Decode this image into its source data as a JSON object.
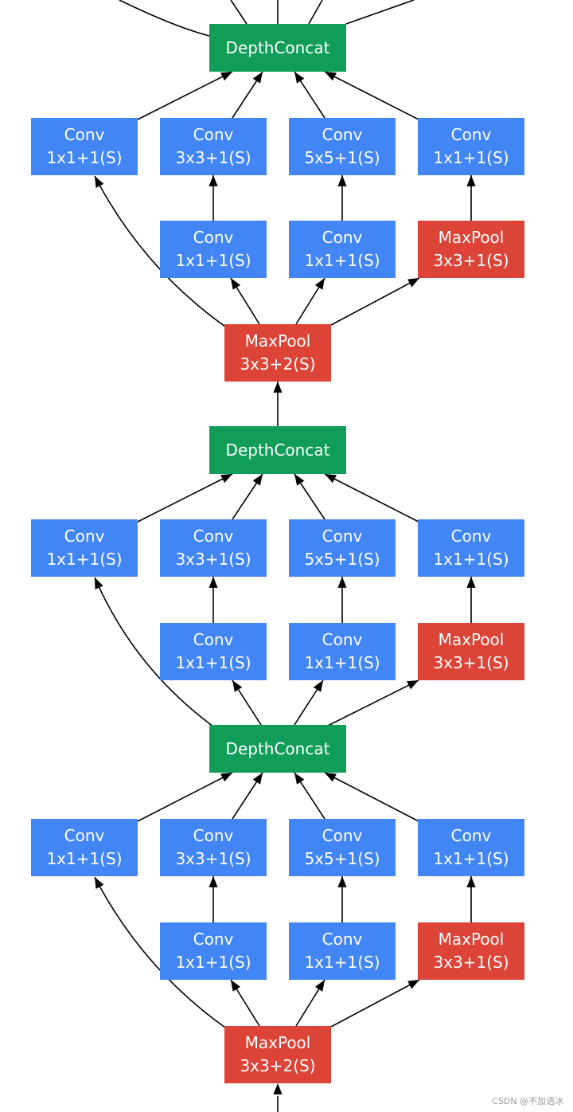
{
  "colors": {
    "conv": "#4285f4",
    "maxpool": "#db4437",
    "concat": "#0f9d58",
    "edge": "#000000"
  },
  "labels": {
    "conv": "Conv",
    "maxpool": "MaxPool",
    "concat": "DepthConcat",
    "k1x1": "1x1+1(S)",
    "k3x3": "3x3+1(S)",
    "k5x5": "5x5+1(S)",
    "pool_s1": "3x3+1(S)",
    "pool_s2": "3x3+2(S)"
  },
  "watermark": "CSDN @不加语冰",
  "nodes": [
    {
      "id": "concat-top",
      "type": "concat",
      "lines": [
        "DepthConcat"
      ]
    },
    {
      "id": "b1-conv-a",
      "type": "conv",
      "lines": [
        "Conv",
        "1x1+1(S)"
      ]
    },
    {
      "id": "b1-conv-b",
      "type": "conv",
      "lines": [
        "Conv",
        "3x3+1(S)"
      ]
    },
    {
      "id": "b1-conv-c",
      "type": "conv",
      "lines": [
        "Conv",
        "5x5+1(S)"
      ]
    },
    {
      "id": "b1-conv-d",
      "type": "conv",
      "lines": [
        "Conv",
        "1x1+1(S)"
      ]
    },
    {
      "id": "b1-reduce-b",
      "type": "conv",
      "lines": [
        "Conv",
        "1x1+1(S)"
      ]
    },
    {
      "id": "b1-reduce-c",
      "type": "conv",
      "lines": [
        "Conv",
        "1x1+1(S)"
      ]
    },
    {
      "id": "b1-pool",
      "type": "maxpool",
      "lines": [
        "MaxPool",
        "3x3+1(S)"
      ]
    },
    {
      "id": "maxpool-mid",
      "type": "maxpool",
      "lines": [
        "MaxPool",
        "3x3+2(S)"
      ]
    },
    {
      "id": "concat-mid",
      "type": "concat",
      "lines": [
        "DepthConcat"
      ]
    },
    {
      "id": "b2-conv-a",
      "type": "conv",
      "lines": [
        "Conv",
        "1x1+1(S)"
      ]
    },
    {
      "id": "b2-conv-b",
      "type": "conv",
      "lines": [
        "Conv",
        "3x3+1(S)"
      ]
    },
    {
      "id": "b2-conv-c",
      "type": "conv",
      "lines": [
        "Conv",
        "5x5+1(S)"
      ]
    },
    {
      "id": "b2-conv-d",
      "type": "conv",
      "lines": [
        "Conv",
        "1x1+1(S)"
      ]
    },
    {
      "id": "b2-reduce-b",
      "type": "conv",
      "lines": [
        "Conv",
        "1x1+1(S)"
      ]
    },
    {
      "id": "b2-reduce-c",
      "type": "conv",
      "lines": [
        "Conv",
        "1x1+1(S)"
      ]
    },
    {
      "id": "b2-pool",
      "type": "maxpool",
      "lines": [
        "MaxPool",
        "3x3+1(S)"
      ]
    },
    {
      "id": "concat-low",
      "type": "concat",
      "lines": [
        "DepthConcat"
      ]
    },
    {
      "id": "b3-conv-a",
      "type": "conv",
      "lines": [
        "Conv",
        "1x1+1(S)"
      ]
    },
    {
      "id": "b3-conv-b",
      "type": "conv",
      "lines": [
        "Conv",
        "3x3+1(S)"
      ]
    },
    {
      "id": "b3-conv-c",
      "type": "conv",
      "lines": [
        "Conv",
        "5x5+1(S)"
      ]
    },
    {
      "id": "b3-conv-d",
      "type": "conv",
      "lines": [
        "Conv",
        "1x1+1(S)"
      ]
    },
    {
      "id": "b3-reduce-b",
      "type": "conv",
      "lines": [
        "Conv",
        "1x1+1(S)"
      ]
    },
    {
      "id": "b3-reduce-c",
      "type": "conv",
      "lines": [
        "Conv",
        "1x1+1(S)"
      ]
    },
    {
      "id": "b3-pool",
      "type": "maxpool",
      "lines": [
        "MaxPool",
        "3x3+1(S)"
      ]
    },
    {
      "id": "maxpool-bottom",
      "type": "maxpool",
      "lines": [
        "MaxPool",
        "3x3+2(S)"
      ]
    }
  ],
  "edges": [
    {
      "from": "b1-conv-a",
      "to": "concat-top"
    },
    {
      "from": "b1-conv-b",
      "to": "concat-top"
    },
    {
      "from": "b1-conv-c",
      "to": "concat-top"
    },
    {
      "from": "b1-conv-d",
      "to": "concat-top"
    },
    {
      "from": "b1-reduce-b",
      "to": "b1-conv-b"
    },
    {
      "from": "b1-reduce-c",
      "to": "b1-conv-c"
    },
    {
      "from": "b1-pool",
      "to": "b1-conv-d"
    },
    {
      "from": "maxpool-mid",
      "to": "b1-conv-a"
    },
    {
      "from": "maxpool-mid",
      "to": "b1-reduce-b"
    },
    {
      "from": "maxpool-mid",
      "to": "b1-reduce-c"
    },
    {
      "from": "maxpool-mid",
      "to": "b1-pool"
    },
    {
      "from": "concat-mid",
      "to": "maxpool-mid"
    },
    {
      "from": "b2-conv-a",
      "to": "concat-mid"
    },
    {
      "from": "b2-conv-b",
      "to": "concat-mid"
    },
    {
      "from": "b2-conv-c",
      "to": "concat-mid"
    },
    {
      "from": "b2-conv-d",
      "to": "concat-mid"
    },
    {
      "from": "b2-reduce-b",
      "to": "b2-conv-b"
    },
    {
      "from": "b2-reduce-c",
      "to": "b2-conv-c"
    },
    {
      "from": "b2-pool",
      "to": "b2-conv-d"
    },
    {
      "from": "concat-low",
      "to": "b2-conv-a"
    },
    {
      "from": "concat-low",
      "to": "b2-reduce-b"
    },
    {
      "from": "concat-low",
      "to": "b2-reduce-c"
    },
    {
      "from": "concat-low",
      "to": "b2-pool"
    },
    {
      "from": "b3-conv-a",
      "to": "concat-low"
    },
    {
      "from": "b3-conv-b",
      "to": "concat-low"
    },
    {
      "from": "b3-conv-c",
      "to": "concat-low"
    },
    {
      "from": "b3-conv-d",
      "to": "concat-low"
    },
    {
      "from": "b3-reduce-b",
      "to": "b3-conv-b"
    },
    {
      "from": "b3-reduce-c",
      "to": "b3-conv-c"
    },
    {
      "from": "b3-pool",
      "to": "b3-conv-d"
    },
    {
      "from": "maxpool-bottom",
      "to": "b3-conv-a"
    },
    {
      "from": "maxpool-bottom",
      "to": "b3-reduce-b"
    },
    {
      "from": "maxpool-bottom",
      "to": "b3-reduce-c"
    },
    {
      "from": "maxpool-bottom",
      "to": "b3-pool"
    }
  ]
}
